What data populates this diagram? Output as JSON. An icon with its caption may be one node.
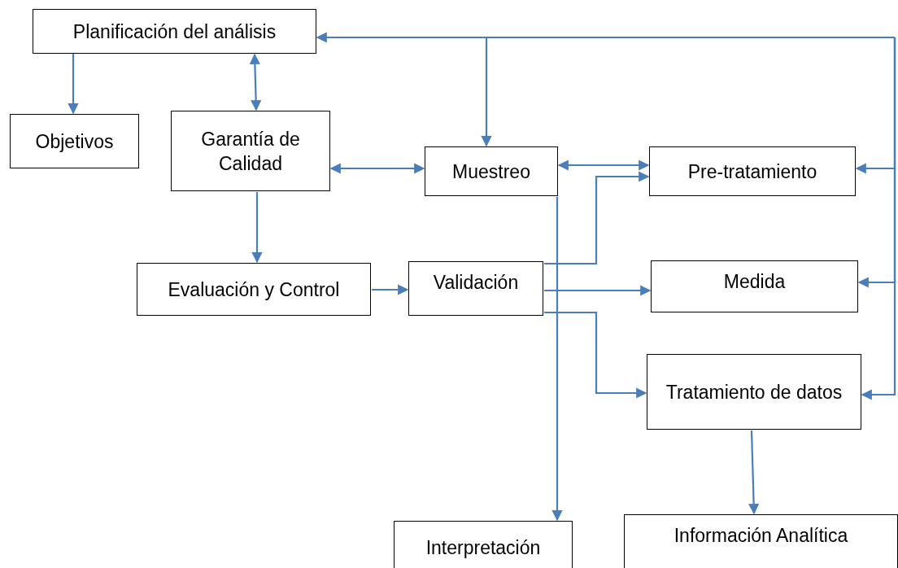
{
  "diagram": {
    "nodes": [
      {
        "text": [
          "Planificación del análisis"
        ]
      },
      {
        "text": [
          "Objetivos"
        ]
      },
      {
        "text": [
          "Garantía de Calidad"
        ]
      },
      {
        "text": [
          "Muestreo"
        ]
      },
      {
        "text": [
          "Pre-tratamiento"
        ]
      },
      {
        "text": [
          "Evaluación y Control"
        ]
      },
      {
        "text": [
          "Validación"
        ]
      },
      {
        "text": [
          "Medida"
        ]
      },
      {
        "text": [
          "Tratamiento de datos"
        ]
      },
      {
        "text": [
          "Interpretación"
        ]
      },
      {
        "text": [
          "Información Analítica"
        ]
      }
    ],
    "edges": [
      {
        "from": 0,
        "to": 1,
        "arrow": "to"
      },
      {
        "from": 0,
        "to": 2,
        "arrow": "both"
      },
      {
        "from": 2,
        "to": 3,
        "arrow": "both"
      },
      {
        "from": 3,
        "to": 4,
        "arrow": "both"
      },
      {
        "from": 2,
        "to": 5,
        "arrow": "to"
      },
      {
        "from": 5,
        "to": 6,
        "arrow": "to"
      },
      {
        "from": 6,
        "to": 4,
        "arrow": "to"
      },
      {
        "from": 6,
        "to": 7,
        "arrow": "to"
      },
      {
        "from": 6,
        "to": 8,
        "arrow": "to"
      },
      {
        "from": 3,
        "to": 9,
        "arrow": "to"
      },
      {
        "from": 8,
        "to": 10,
        "arrow": "to"
      },
      {
        "from": null,
        "to": 0,
        "arrow": "to"
      },
      {
        "from": null,
        "to": 3,
        "arrow": "to"
      },
      {
        "from": null,
        "to": 4,
        "arrow": "to"
      },
      {
        "from": null,
        "to": 7,
        "arrow": "to"
      },
      {
        "from": null,
        "to": 8,
        "arrow": "to"
      }
    ]
  }
}
